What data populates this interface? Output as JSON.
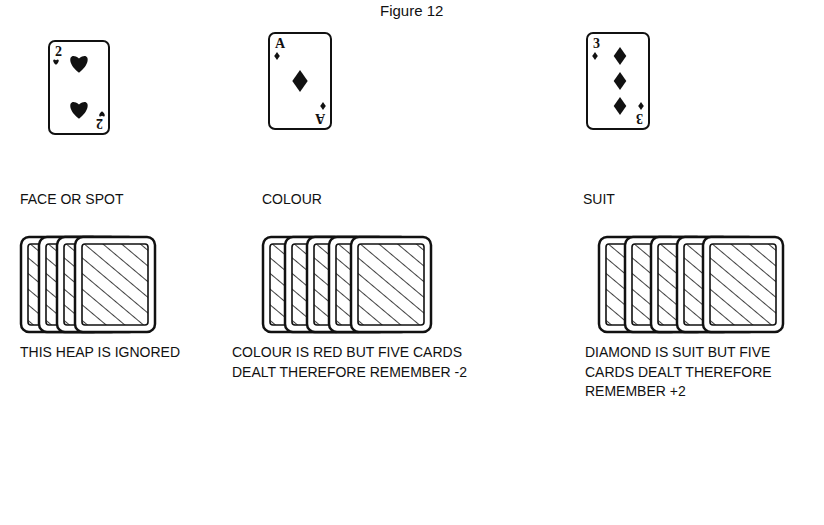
{
  "diagram": {
    "title": "Figure 12",
    "nodes": [
      {
        "text": [
          "2",
          "2"
        ]
      },
      {
        "text": [
          "A",
          "A"
        ]
      },
      {
        "text": [
          "3",
          "3"
        ]
      }
    ],
    "labels": [
      "FACE OR SPOT",
      "COLOUR",
      "SUIT",
      "THIS HEAP IS IGNORED",
      "COLOUR IS RED BUT FIVE CARDS DEALT THEREFORE REMEMBER -2",
      "DIAMOND IS SUIT BUT FIVE CARDS DEALT THEREFORE REMEMBER +2"
    ]
  }
}
